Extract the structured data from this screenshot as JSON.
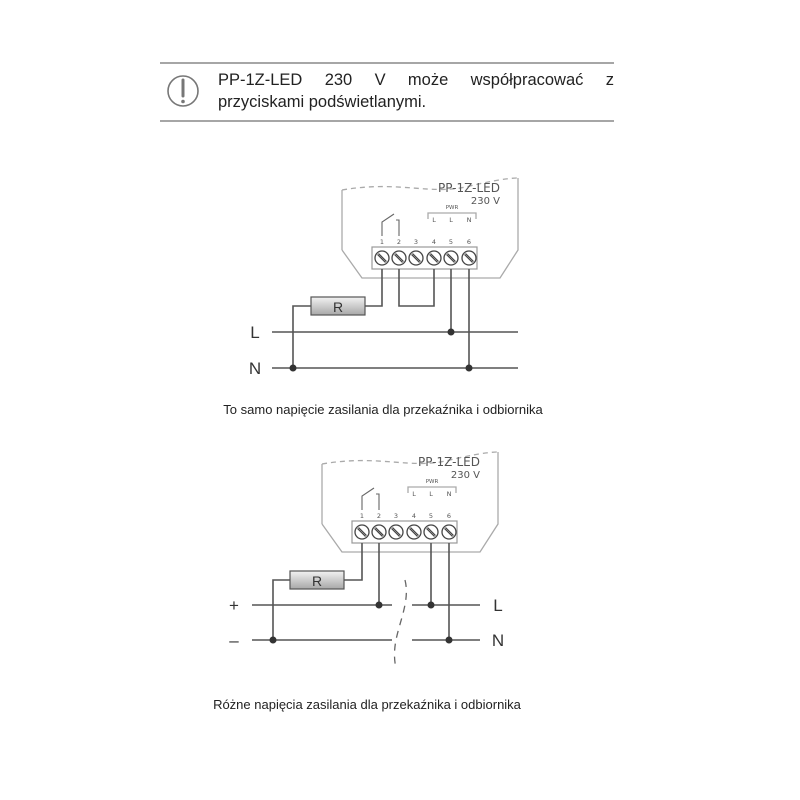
{
  "note": {
    "icon": "exclamation-circle-icon",
    "text": "PP-1Z-LED 230 V może współpracować z przyciskami podświetlanymi."
  },
  "module": {
    "name": "PP-1Z-LED",
    "voltage": "230 V",
    "pwr_label": "PWR",
    "terminal_numbers": [
      "1",
      "2",
      "3",
      "4",
      "5",
      "6"
    ],
    "terminal_labels": [
      "L",
      "L",
      "N"
    ]
  },
  "diagram1": {
    "resistor_label": "R",
    "line_labels": [
      "L",
      "N"
    ],
    "caption": "To samo napięcie zasilania dla przekaźnika i odbiornika"
  },
  "diagram2": {
    "resistor_label": "R",
    "left_labels": [
      "+",
      "–"
    ],
    "right_labels": [
      "L",
      "N"
    ],
    "caption": "Różne napięcia zasilania dla przekaźnika i odbiornika"
  }
}
